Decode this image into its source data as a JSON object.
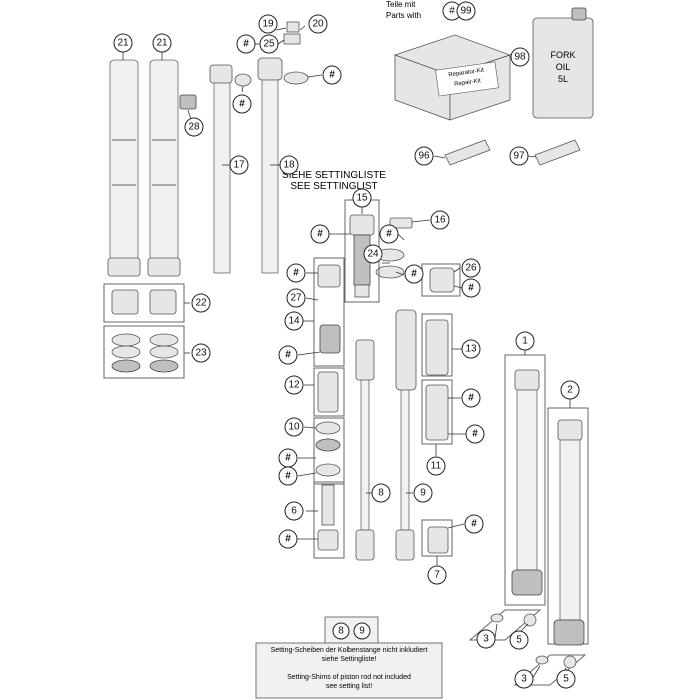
{
  "legend": {
    "line1": "Teile mit",
    "line2": "Parts with",
    "symbol": "#",
    "ref": "99"
  },
  "setting_heading": {
    "line1": "SIEHE SETTINGLISTE",
    "line2": "SEE SETTINGLIST"
  },
  "kit_box_label": {
    "line1": "Reparatur-Kit",
    "line2": "Repair-Kit"
  },
  "oil_can": {
    "line1": "FORK",
    "line2": "OIL",
    "line3": "5L"
  },
  "note": {
    "refs": [
      "8",
      "9"
    ],
    "de_line1": "Setting-Scheiben der Kolbenstange nicht inkludiert",
    "de_line2": "siehe Settingliste!",
    "en_line1": "Setting-Shims of piston rod not included",
    "en_line2": "see setting list!"
  },
  "callouts": [
    {
      "label": "21"
    },
    {
      "label": "21"
    },
    {
      "label": "28"
    },
    {
      "label": "22"
    },
    {
      "label": "23"
    },
    {
      "label": "19"
    },
    {
      "label": "20"
    },
    {
      "label": "#"
    },
    {
      "label": "25"
    },
    {
      "label": "#"
    },
    {
      "label": "#"
    },
    {
      "label": "17"
    },
    {
      "label": "18"
    },
    {
      "label": "98"
    },
    {
      "label": "96"
    },
    {
      "label": "97"
    },
    {
      "label": "15"
    },
    {
      "label": "16"
    },
    {
      "label": "#"
    },
    {
      "label": "#"
    },
    {
      "label": "24"
    },
    {
      "label": "#"
    },
    {
      "label": "#"
    },
    {
      "label": "26"
    },
    {
      "label": "#"
    },
    {
      "label": "27"
    },
    {
      "label": "14"
    },
    {
      "label": "#"
    },
    {
      "label": "13"
    },
    {
      "label": "12"
    },
    {
      "label": "10"
    },
    {
      "label": "#"
    },
    {
      "label": "#"
    },
    {
      "label": "#"
    },
    {
      "label": "#"
    },
    {
      "label": "11"
    },
    {
      "label": "6"
    },
    {
      "label": "#"
    },
    {
      "label": "8"
    },
    {
      "label": "9"
    },
    {
      "label": "#"
    },
    {
      "label": "7"
    },
    {
      "label": "1"
    },
    {
      "label": "2"
    },
    {
      "label": "3"
    },
    {
      "label": "5"
    },
    {
      "label": "3"
    },
    {
      "label": "5"
    }
  ]
}
